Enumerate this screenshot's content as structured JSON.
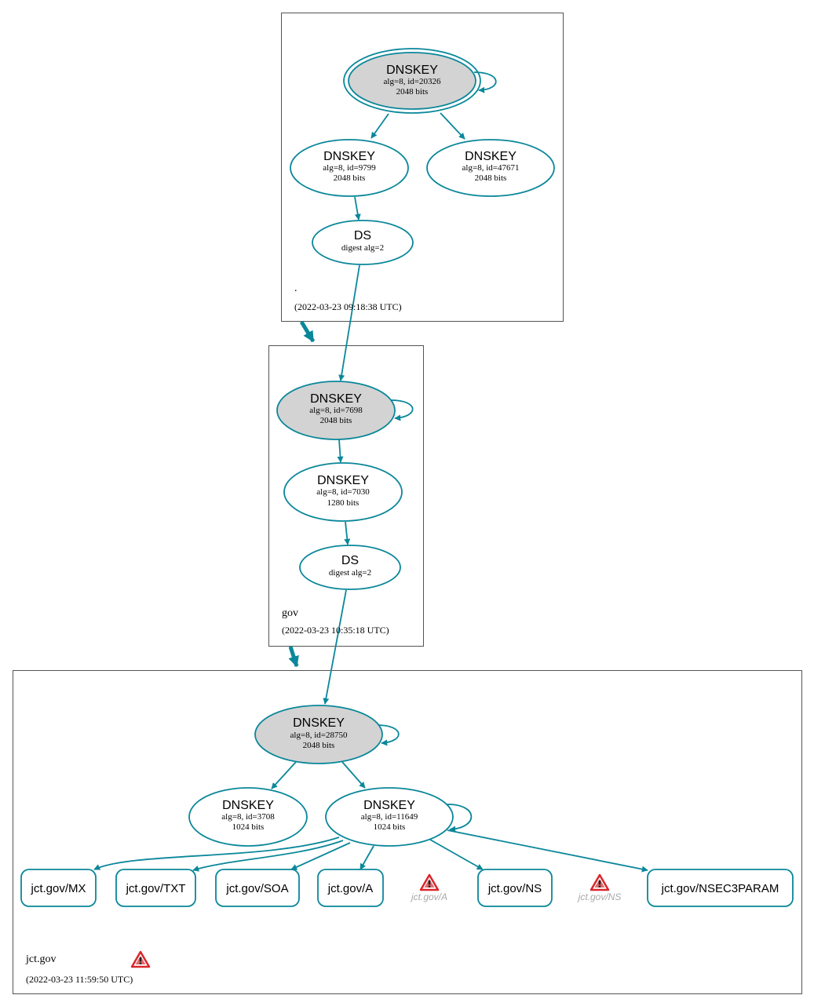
{
  "colors": {
    "edge": "#0a879a",
    "node_fill_ksk": "#d3d3d3",
    "zone_border": "#545454",
    "warning_red": "#d9262b",
    "faded_text": "#a9a9a9"
  },
  "zones": {
    "root": {
      "name": ".",
      "timestamp": "(2022-03-23 09:18:38 UTC)",
      "ksk": {
        "title": "DNSKEY",
        "line1": "alg=8, id=20326",
        "line2": "2048 bits"
      },
      "zsk1": {
        "title": "DNSKEY",
        "line1": "alg=8, id=9799",
        "line2": "2048 bits"
      },
      "zsk2": {
        "title": "DNSKEY",
        "line1": "alg=8, id=47671",
        "line2": "2048 bits"
      },
      "ds": {
        "title": "DS",
        "line1": "digest alg=2"
      }
    },
    "gov": {
      "name": "gov",
      "timestamp": "(2022-03-23 10:35:18 UTC)",
      "ksk": {
        "title": "DNSKEY",
        "line1": "alg=8, id=7698",
        "line2": "2048 bits"
      },
      "zsk": {
        "title": "DNSKEY",
        "line1": "alg=8, id=7030",
        "line2": "1280 bits"
      },
      "ds": {
        "title": "DS",
        "line1": "digest alg=2"
      }
    },
    "jct": {
      "name": "jct.gov",
      "timestamp": "(2022-03-23 11:59:50 UTC)",
      "ksk": {
        "title": "DNSKEY",
        "line1": "alg=8, id=28750",
        "line2": "2048 bits"
      },
      "zsk1": {
        "title": "DNSKEY",
        "line1": "alg=8, id=3708",
        "line2": "1024 bits"
      },
      "zsk2": {
        "title": "DNSKEY",
        "line1": "alg=8, id=11649",
        "line2": "1024 bits"
      },
      "records": {
        "mx": "jct.gov/MX",
        "txt": "jct.gov/TXT",
        "soa": "jct.gov/SOA",
        "a": "jct.gov/A",
        "ns": "jct.gov/NS",
        "nsec3param": "jct.gov/NSEC3PARAM"
      },
      "warnings": {
        "a": "jct.gov/A",
        "ns": "jct.gov/NS"
      }
    }
  }
}
